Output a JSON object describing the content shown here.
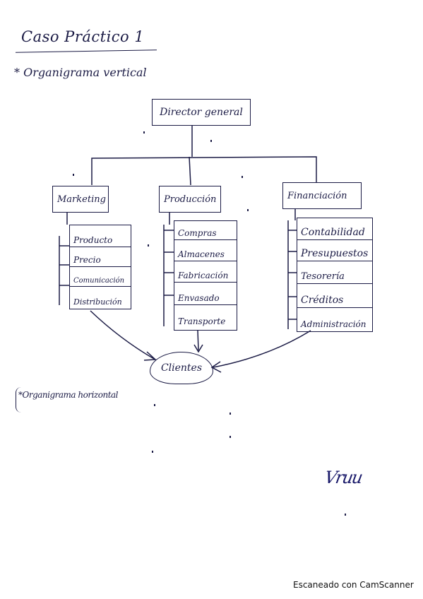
{
  "title": "Caso Práctico 1",
  "subtitle": "* Organigrama vertical",
  "subtitle2": "*Organigrama horizontal",
  "root": "Director general",
  "departments": [
    {
      "name": "Marketing",
      "items": [
        "Producto",
        "Precio",
        "Comunicación",
        "Distribución"
      ]
    },
    {
      "name": "Producción",
      "items": [
        "Compras",
        "Almacenes",
        "Fabricación",
        "Envasado",
        "Transporte"
      ]
    },
    {
      "name": "Financiación",
      "items": [
        "Contabilidad",
        "Presupuestos",
        "Tesorería",
        "Créditos",
        "Administración"
      ]
    }
  ],
  "target": "Clientes",
  "signature": "Vruu",
  "watermark": "Escaneado con CamScanner"
}
